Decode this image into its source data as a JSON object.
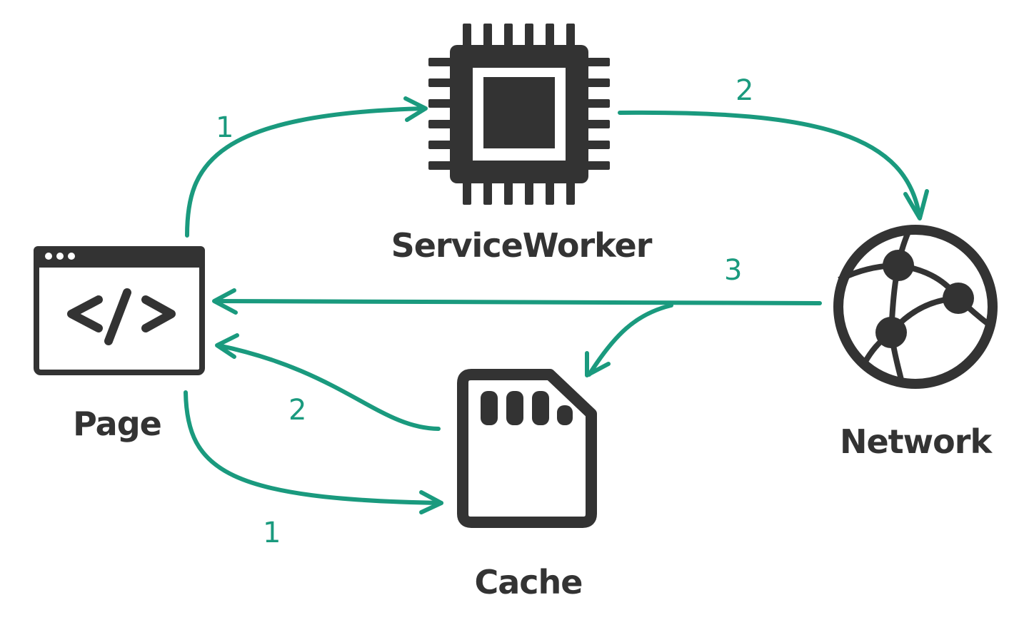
{
  "nodes": {
    "page": "Page",
    "serviceworker": "ServiceWorker",
    "network": "Network",
    "cache": "Cache"
  },
  "steps": {
    "page_to_sw": "1",
    "sw_to_network": "2",
    "network_to_page": "3",
    "cache_to_page": "2",
    "page_to_cache": "1"
  },
  "colors": {
    "arrow": "#1a9a7e",
    "icon": "#333333",
    "background": "#ffffff"
  },
  "icons": {
    "page": "browser-code-icon",
    "serviceworker": "chip-icon",
    "network": "globe-network-icon",
    "cache": "sd-card-icon"
  }
}
